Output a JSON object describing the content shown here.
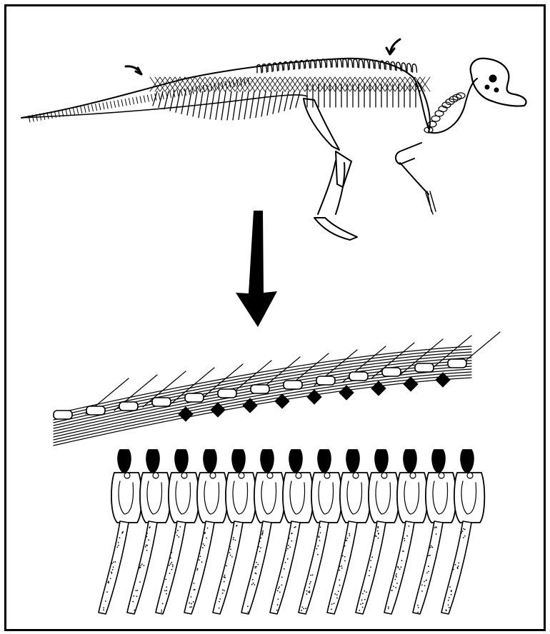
{
  "figure": {
    "subject": "hadrosaur-skeleton",
    "detail": "ossified-tendon-lattice-over-vertebrae",
    "arrow_markers": 2,
    "ink_color": "#000000",
    "paper_color": "#ffffff"
  }
}
